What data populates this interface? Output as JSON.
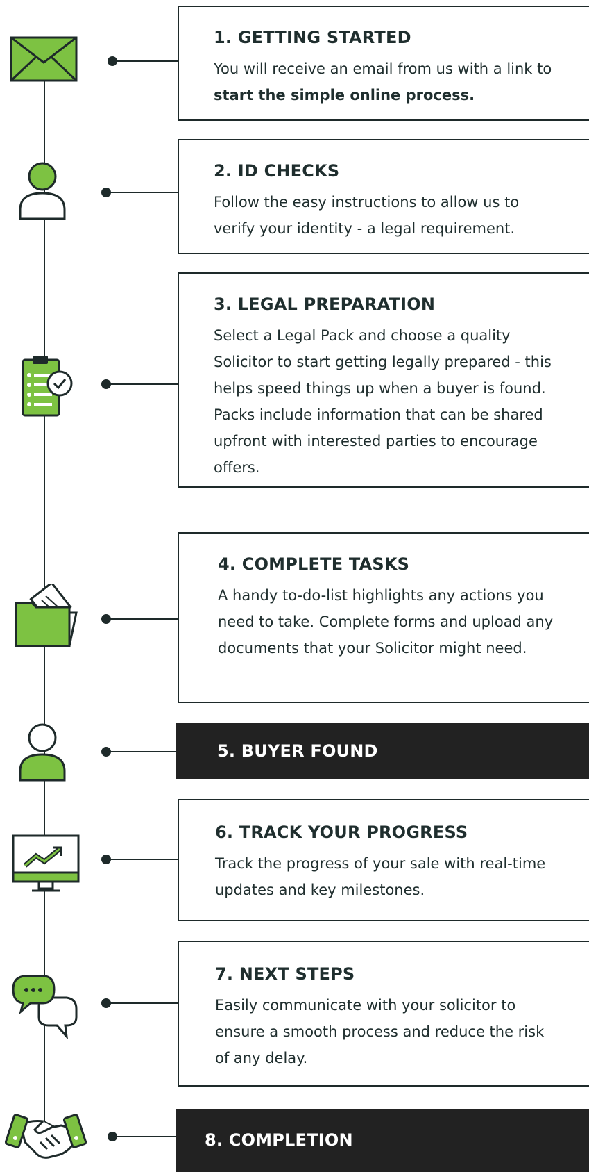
{
  "steps": [
    {
      "title": "1. GETTING STARTED",
      "desc": "You will receive an email from us with a link to",
      "desc_bold": "start the simple online process.",
      "icon": "envelope-icon"
    },
    {
      "title": "2. ID CHECKS",
      "desc": "Follow the easy instructions to allow us to verify your identity - a legal requirement.",
      "icon": "person-icon"
    },
    {
      "title": "3. LEGAL PREPARATION",
      "desc": "Select a Legal Pack and choose a quality Solicitor to start getting legally prepared - this helps speed things up when a buyer is found. Packs include information that can be shared upfront with interested parties to encourage offers.",
      "icon": "clipboard-check-icon"
    },
    {
      "title": "4. COMPLETE TASKS",
      "desc": "A handy to-do-list highlights any actions you need to take. Complete forms and upload any documents that your Solicitor might need.",
      "icon": "folder-documents-icon"
    },
    {
      "title": "5. BUYER FOUND",
      "icon": "buyer-person-icon"
    },
    {
      "title": "6. TRACK YOUR PROGRESS",
      "desc": "Track the progress of your sale with real-time updates and key milestones.",
      "icon": "monitor-chart-icon"
    },
    {
      "title": "7. NEXT STEPS",
      "desc": "Easily communicate with your solicitor to ensure a smooth process and reduce the risk of any delay.",
      "icon": "chat-bubbles-icon"
    },
    {
      "title": "8. COMPLETION",
      "icon": "handshake-icon"
    }
  ],
  "colors": {
    "green": "#7dc242",
    "dark": "#1e2a2a",
    "dark_box": "#222222"
  }
}
